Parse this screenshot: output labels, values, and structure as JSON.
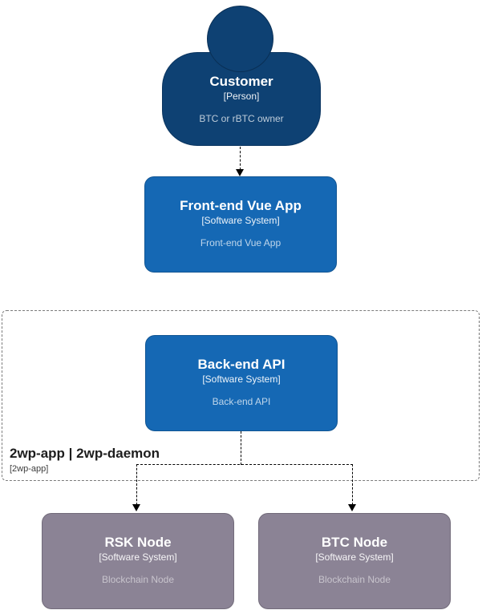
{
  "nodes": {
    "customer": {
      "name": "Customer",
      "type": "[Person]",
      "description": "BTC or rBTC owner"
    },
    "frontend": {
      "name": "Front-end Vue App",
      "type": "[Software System]",
      "description": "Front-end Vue App"
    },
    "backend": {
      "name": "Back-end API",
      "type": "[Software System]",
      "description": "Back-end API"
    },
    "rsk": {
      "name": "RSK Node",
      "type": "[Software System]",
      "description": "Blockchain Node"
    },
    "btc": {
      "name": "BTC Node",
      "type": "[Software System]",
      "description": "Blockchain Node"
    }
  },
  "boundary": {
    "title": "2wp-app | 2wp-daemon",
    "subtitle": "[2wp-app]"
  },
  "colors": {
    "person_fill": "#0e4173",
    "system_fill": "#1568b4",
    "external_fill": "#8b8395",
    "boundary_border": "#7a7a7a",
    "edge": "#000000",
    "background": "#ffffff"
  }
}
